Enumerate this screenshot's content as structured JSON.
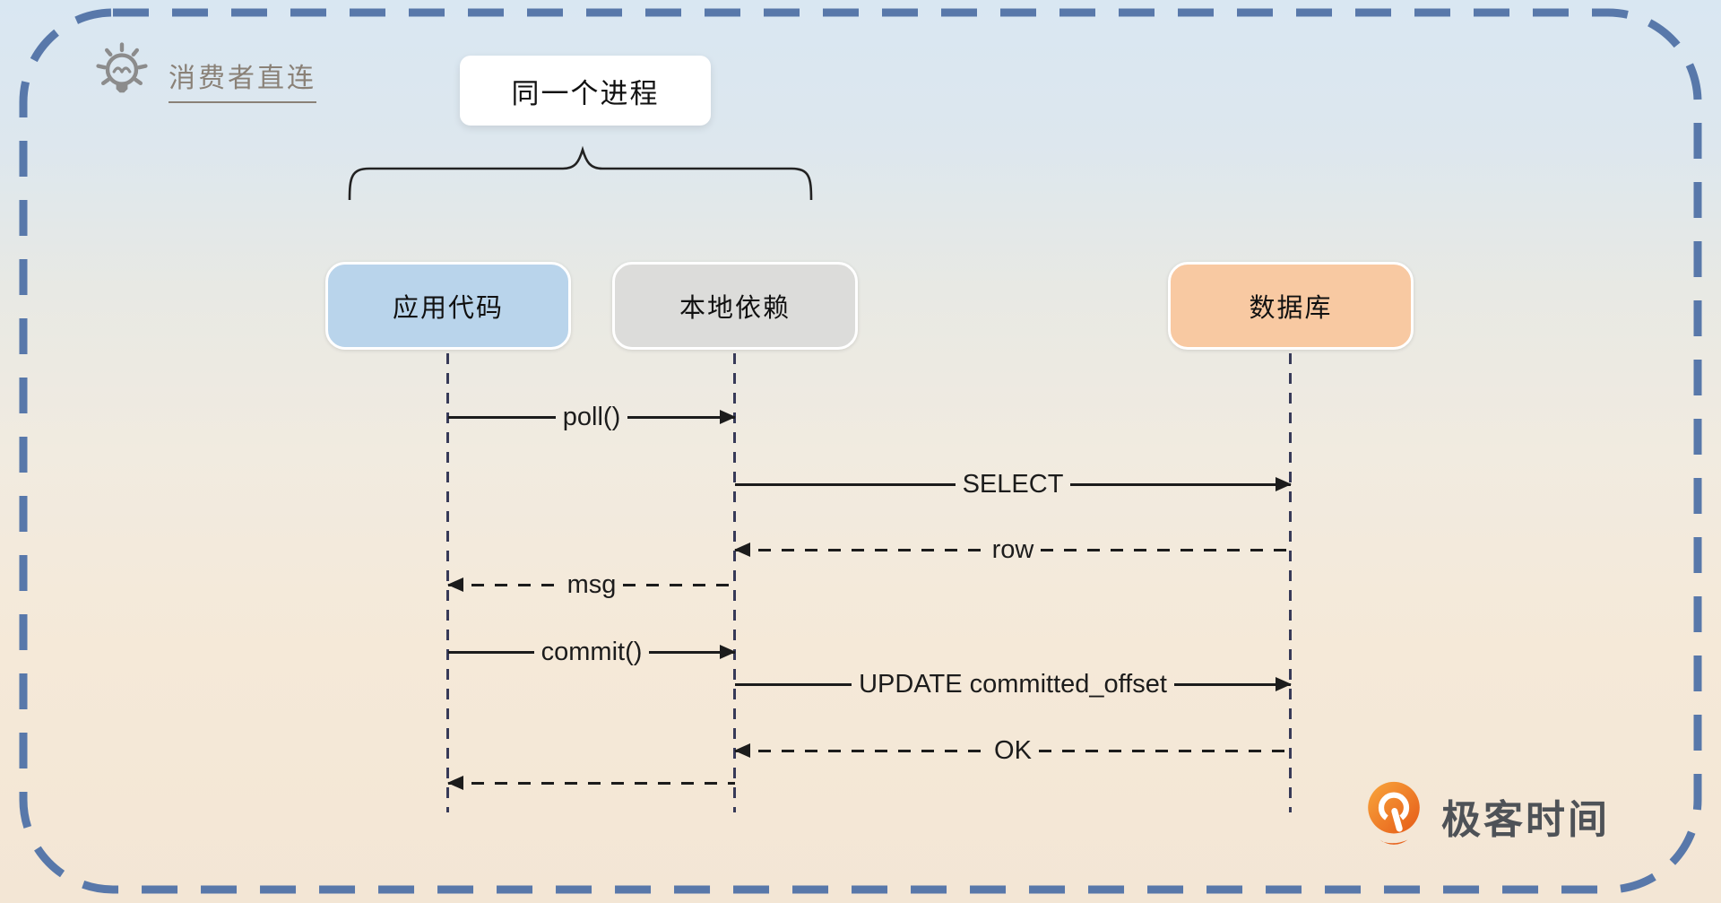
{
  "header": {
    "icon": "lightbulb-icon",
    "title": "消费者直连"
  },
  "process_group_label": "同一个进程",
  "diagram": {
    "actors": [
      {
        "id": "app",
        "label": "应用代码",
        "fill": "#b9d4eb"
      },
      {
        "id": "dep",
        "label": "本地依赖",
        "fill": "#dcdcda"
      },
      {
        "id": "db",
        "label": "数据库",
        "fill": "#f8c9a2"
      }
    ],
    "messages": [
      {
        "label": "poll()",
        "from": "app",
        "to": "dep",
        "style": "solid"
      },
      {
        "label": "SELECT",
        "from": "dep",
        "to": "db",
        "style": "solid"
      },
      {
        "label": "row",
        "from": "db",
        "to": "dep",
        "style": "dashed"
      },
      {
        "label": "msg",
        "from": "dep",
        "to": "app",
        "style": "dashed"
      },
      {
        "label": "commit()",
        "from": "app",
        "to": "dep",
        "style": "solid"
      },
      {
        "label": "UPDATE committed_offset",
        "from": "dep",
        "to": "db",
        "style": "solid"
      },
      {
        "label": "OK",
        "from": "db",
        "to": "dep",
        "style": "dashed"
      },
      {
        "label": "",
        "from": "dep",
        "to": "app",
        "style": "dashed"
      }
    ]
  },
  "brand": {
    "icon": "geektime-logo-icon",
    "name": "极客时间"
  },
  "colors": {
    "frame_border": "#5878aa",
    "bg_top": "#d9e7f2",
    "bg_bottom": "#f3e6d5",
    "lifeline": "#373a58",
    "arrow": "#1c1c1c",
    "title_text": "#8a8177",
    "brand_text": "#4e5257",
    "brand_orange_light": "#f9a63d",
    "brand_orange_dark": "#e55a17",
    "bulb_gray": "#8c8c8c"
  }
}
